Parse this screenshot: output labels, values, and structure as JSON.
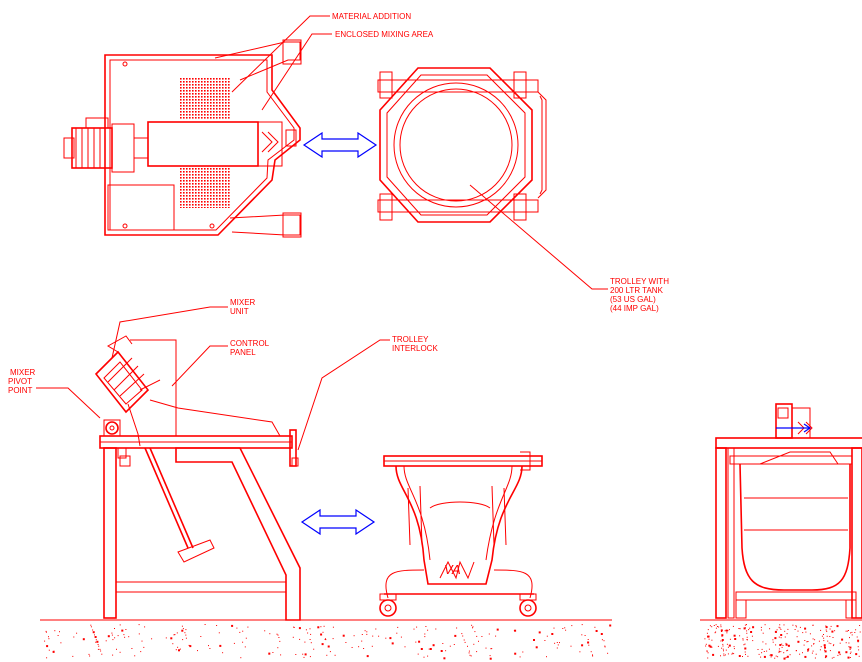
{
  "labels": {
    "material_addition": "MATERIAL ADDITION",
    "enclosed_mixing_area": "ENCLOSED MIXING AREA",
    "trolley_tank": [
      "TROLLEY WITH",
      "200 LTR TANK",
      "(53 US GAL)",
      "(44 IMP GAL)"
    ],
    "mixer_unit": [
      "MIXER",
      "UNIT"
    ],
    "control_panel": [
      "CONTROL",
      "PANEL"
    ],
    "trolley_interlock": [
      "TROLLEY",
      "INTERLOCK"
    ],
    "mixer_pivot_point": [
      "MIXER",
      "PIVOT",
      "POINT"
    ]
  },
  "logo_text": "VA",
  "colors": {
    "drawing": "#ff0000",
    "arrow": "#0000ff",
    "background": "#ffffff"
  }
}
